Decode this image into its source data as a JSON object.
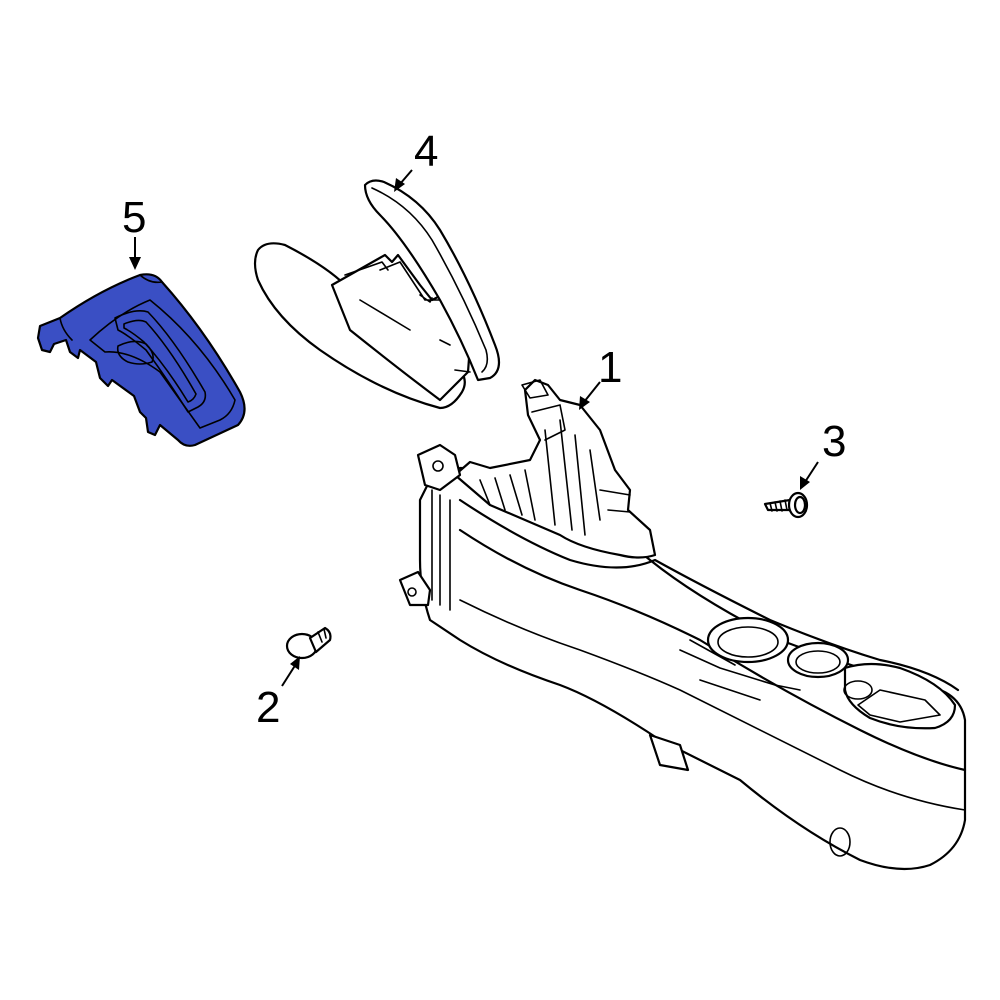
{
  "colors": {
    "highlight": "#3a4fc4",
    "line": "#000000",
    "background": "#ffffff"
  },
  "callouts": [
    {
      "id": "1",
      "label": "1",
      "part": "console-body"
    },
    {
      "id": "2",
      "label": "2",
      "part": "push-clip"
    },
    {
      "id": "3",
      "label": "3",
      "part": "screw"
    },
    {
      "id": "4",
      "label": "4",
      "part": "armrest-lid"
    },
    {
      "id": "5",
      "label": "5",
      "part": "trim-cover",
      "highlighted": true
    }
  ]
}
